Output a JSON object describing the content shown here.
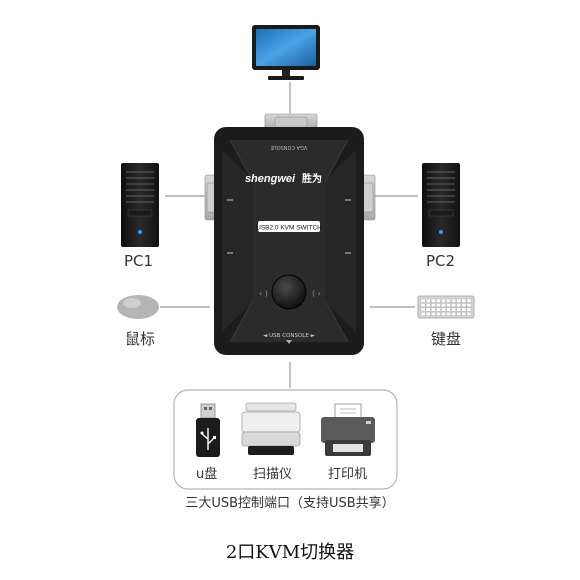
{
  "device": {
    "brand_latin": "shengwei",
    "brand_cn": "胜为",
    "vga_port_label": "VGA CONSOLE",
    "model_badge": "USB2.0 KVM SWITCH",
    "usb_console_label": "◄ USB CONSOLE ►"
  },
  "labels": {
    "pc1": "PC1",
    "pc2": "PC2",
    "mouse": "鼠标",
    "keyboard": "键盘"
  },
  "usb_devices": {
    "items": [
      {
        "label": "u盘",
        "icon": "usb-drive-icon"
      },
      {
        "label": "扫描仪",
        "icon": "scanner-icon"
      },
      {
        "label": "打印机",
        "icon": "printer-icon"
      }
    ],
    "note": "三大USB控制端口（支持USB共享）"
  },
  "caption": "2口KVM切换器",
  "colors": {
    "device_body": "#1e1e1e",
    "device_panel": "#2f2f2f",
    "line": "#9a9a9a",
    "monitor_screen": "#2d7fc7"
  }
}
